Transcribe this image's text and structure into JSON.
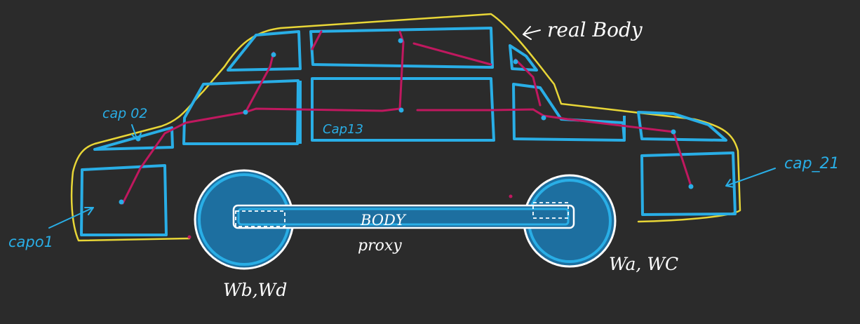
{
  "colors": {
    "background": "#2b2b2b",
    "body_outline": "#e8d637",
    "capsule": "#29aee6",
    "capsule_fill": "#1d6fa0",
    "bone_link": "#c0185f",
    "annotation": "#ffffff"
  },
  "labels": {
    "real_body": "real Body",
    "cap02": "cap 02",
    "cap13": "Cap13",
    "cap21": "cap_21",
    "cap01": "capo1",
    "body": "BODY",
    "proxy": "proxy",
    "wheels_front": "Wa, WC",
    "wheels_rear": "Wb,Wd"
  }
}
